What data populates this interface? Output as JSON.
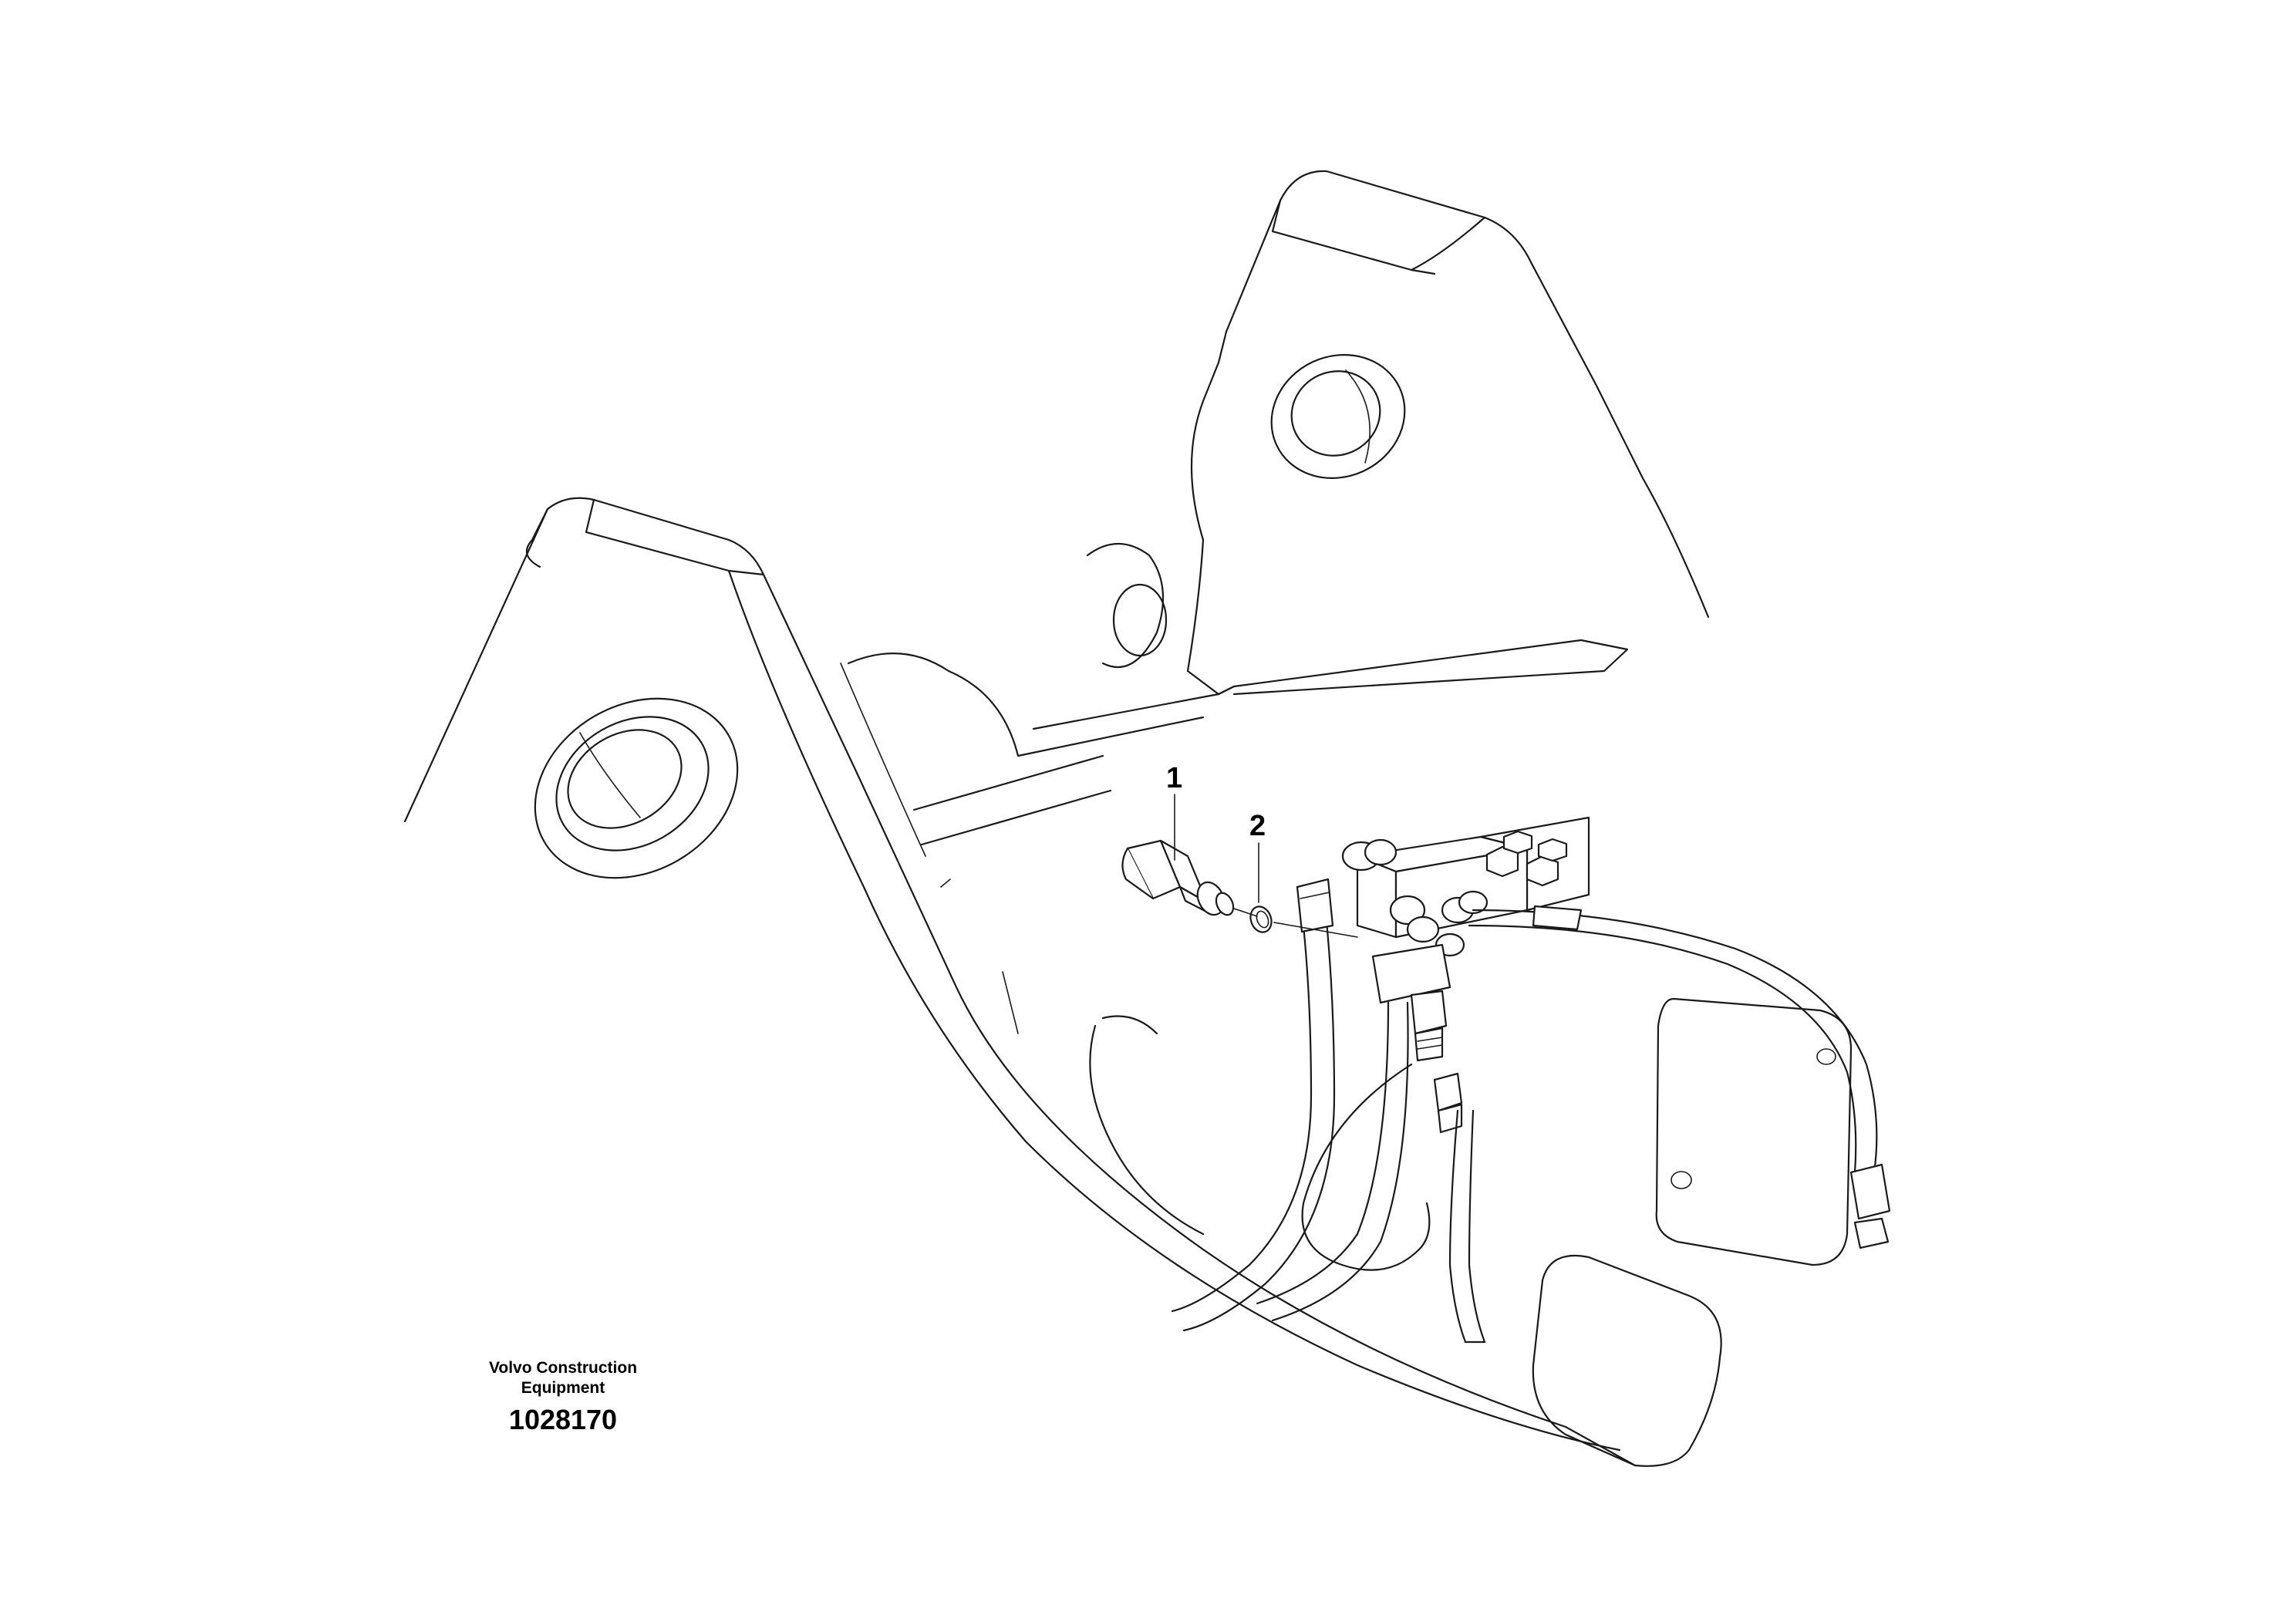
{
  "diagram": {
    "callouts": [
      {
        "label": "1"
      },
      {
        "label": "2"
      }
    ],
    "manufacturer": {
      "line1": "Volvo Construction",
      "line2": "Equipment"
    },
    "drawing_number": "1028170",
    "colors": {
      "line": "#1a1a1a",
      "background": "#ffffff"
    }
  }
}
